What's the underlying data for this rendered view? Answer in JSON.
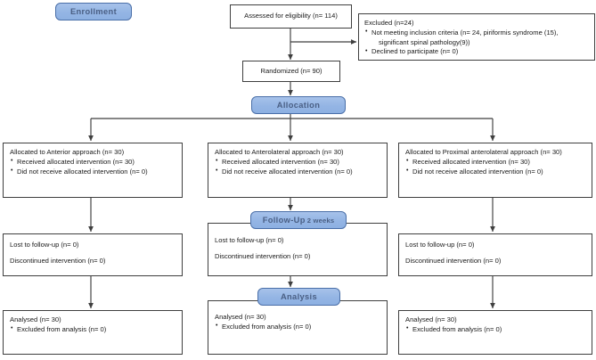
{
  "diagram": {
    "title": "CONSORT participant flow diagram",
    "accent_color": "#94b5e4",
    "badge_border_color": "#4a6fa8",
    "badge_text_color": "#4a5f84",
    "line_color": "#3f3f3f",
    "box_background": "#ffffff"
  },
  "badges": {
    "enrollment": "Enrollment",
    "allocation": "Allocation",
    "followup_main": "Follow-Up",
    "followup_sub": "2 weeks",
    "analysis": "Analysis"
  },
  "enrollment": {
    "assessed": "Assessed for eligibility (n= 114)",
    "randomized": "Randomized (n= 90)",
    "excluded": {
      "heading": "Excluded (n=24)",
      "items": [
        {
          "text": "Not meeting inclusion criteria (n= 24, piriformis syndrome (15),",
          "continuation": "significant spinal pathology(9))"
        },
        {
          "text": "Declined to participate (n= 0)",
          "continuation": ""
        }
      ]
    }
  },
  "allocation": {
    "arms": [
      {
        "heading": "Allocated to Anterior approach (n= 30)",
        "items": [
          "Received allocated intervention (n= 30)",
          "Did not receive allocated intervention (n= 0)"
        ]
      },
      {
        "heading": "Allocated to Anterolateral approach (n= 30)",
        "items": [
          "Received allocated intervention (n=  30)",
          "Did not receive allocated intervention (n= 0)"
        ]
      },
      {
        "heading": "Allocated to Proximal anterolateral approach (n= 30)",
        "items": [
          "Received allocated intervention (n= 30)",
          "Did not receive allocated intervention (n= 0)"
        ]
      }
    ]
  },
  "followup": {
    "arms": [
      {
        "lost": "Lost to follow-up (n= 0)",
        "discontinued": "Discontinued intervention (n= 0)"
      },
      {
        "lost": "Lost to follow-up (n= 0)",
        "discontinued": "Discontinued intervention (n= 0)"
      },
      {
        "lost": "Lost to follow-up (n= 0)",
        "discontinued": "Discontinued intervention (n= 0)"
      }
    ]
  },
  "analysis": {
    "arms": [
      {
        "heading": "Analysed (n= 30)",
        "items": [
          "Excluded from analysis (n= 0)"
        ]
      },
      {
        "heading": "Analysed (n= 30)",
        "items": [
          "Excluded from analysis (n= 0)"
        ]
      },
      {
        "heading": "Analysed (n= 30)",
        "items": [
          "Excluded from analysis (n= 0)"
        ]
      }
    ]
  }
}
